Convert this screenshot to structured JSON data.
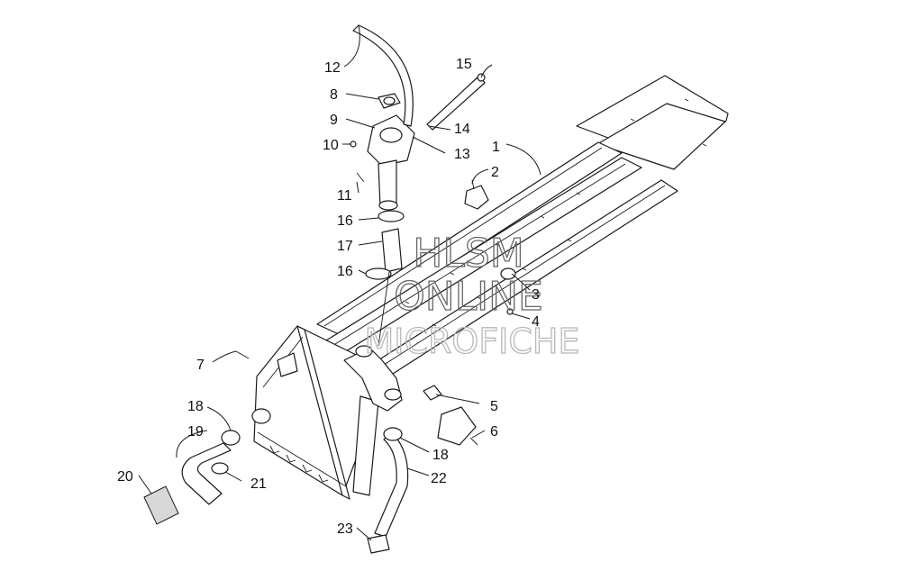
{
  "watermark": {
    "line1": "HLSM",
    "line2": "ONLINE",
    "line3": "MICROFICHE"
  },
  "callouts": [
    {
      "id": "c1",
      "label": "1"
    },
    {
      "id": "c2",
      "label": "2"
    },
    {
      "id": "c3",
      "label": "3"
    },
    {
      "id": "c4",
      "label": "4"
    },
    {
      "id": "c5",
      "label": "5"
    },
    {
      "id": "c6",
      "label": "6"
    },
    {
      "id": "c7",
      "label": "7"
    },
    {
      "id": "c8",
      "label": "8"
    },
    {
      "id": "c9",
      "label": "9"
    },
    {
      "id": "c10",
      "label": "10"
    },
    {
      "id": "c11",
      "label": "11"
    },
    {
      "id": "c12",
      "label": "12"
    },
    {
      "id": "c13",
      "label": "13"
    },
    {
      "id": "c14",
      "label": "14"
    },
    {
      "id": "c15",
      "label": "15"
    },
    {
      "id": "c16a",
      "label": "16"
    },
    {
      "id": "c16b",
      "label": "16"
    },
    {
      "id": "c17",
      "label": "17"
    },
    {
      "id": "c18a",
      "label": "18"
    },
    {
      "id": "c18b",
      "label": "18"
    },
    {
      "id": "c19",
      "label": "19"
    },
    {
      "id": "c20",
      "label": "20"
    },
    {
      "id": "c21",
      "label": "21"
    },
    {
      "id": "c22",
      "label": "22"
    },
    {
      "id": "c23",
      "label": "23"
    }
  ]
}
